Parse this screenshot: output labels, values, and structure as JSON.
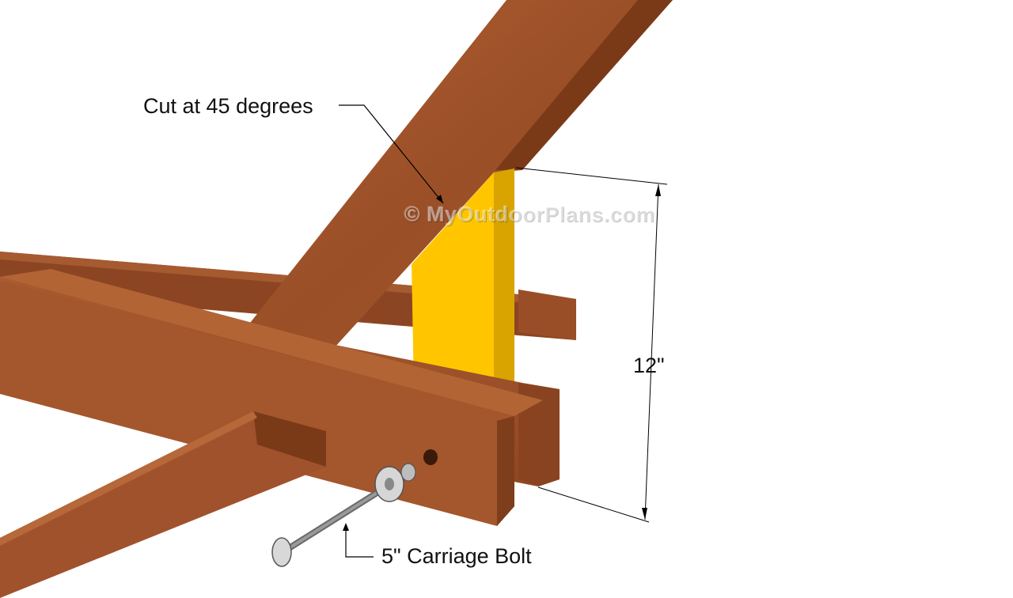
{
  "annotations": {
    "cut_label": "Cut at 45 degrees",
    "bolt_label": "5\" Carriage Bolt",
    "dimension_label": "12\""
  },
  "watermark": "© MyOutdoorPlans.com",
  "colors": {
    "wood": "#a0522d",
    "wood_dark": "#7a3a18",
    "wood_side": "#8b4420",
    "brace_face": "#ffc600",
    "brace_side": "#d9a400",
    "leader": "#000000"
  }
}
